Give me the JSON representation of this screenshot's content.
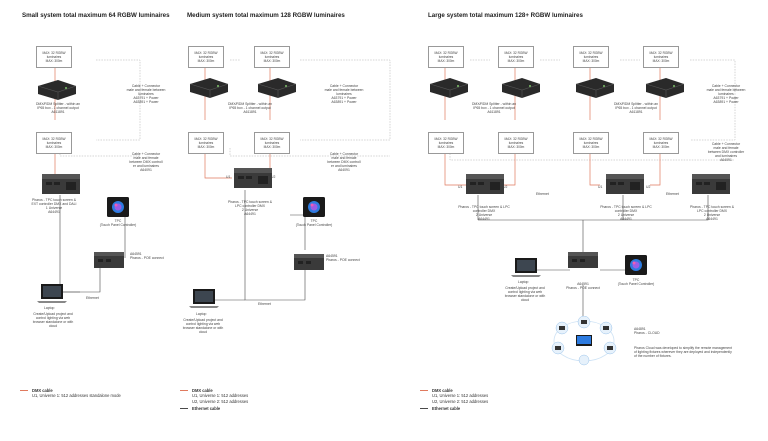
{
  "titles": {
    "small": "Small system total maximum 64 RGBW luminaires",
    "medium": "Medium system total maximum 128 RGBW luminaires",
    "large": "Large system total maximum 128+ RGBW luminaires"
  },
  "box_text": {
    "max_top": "MAX: 32 RGBW",
    "max_mid": "luminaires",
    "max_bot": "MAX: 300m"
  },
  "notes": {
    "splitter_a": "DMX/RDM Splitter - within an\nIP65 box - 1 channel output\nA611891",
    "splitter_b": "DMX/RDM Splitter - within an\nIP65 box - 1 channel output\nA611891",
    "splitter_c": "DMX/RDM Splitter - within an\nIP65 box - 1 channel output\nA611891",
    "splitter_d": "DMX/RDM Splitter - within an\nIP65 box - 1 channel output\nA611891",
    "cable_conn_power_a": "Cable + Connector\nmale and female between\nluminaires\nA63791 + Power\nA63891 + Power",
    "cable_conn_power_b": "Cable + Connector\nmale and female between\nluminaires\nA63791 + Power\nA63891 + Power",
    "cable_conn_power_c": "Cable + Connector\nmale and female between\nluminaires\nA63791 + Power\nA63891 + Power",
    "cable_conn_dmx_a": "Cable + Connector\nmale and female\nbetween DMX controll\ner and luminaires\nA64091",
    "cable_conn_dmx_b": "Cable + Connector\nmale and female\nbetween DMX controll\ner and luminaires\nA64091",
    "cable_conn_dmx_c": "Cable + Connector\nmale and female\nbetween DMX controller\nand luminaires\nA64091",
    "pharos_small": "Pharos - TPC touch screen &\nEXT controller DMX and DALI\n1 Universe\nA64491",
    "pharos_medium": "Pharos - TPC touch screen &\nLPC controller DMX\n2 Universe\nA64491",
    "pharos_large_a": "Pharos - TPC touch screen & LPC\ncontroller DMX\n2 Universe\nA64491",
    "pharos_large_b": "Pharos - TPC touch screen & LPC\ncontroller DMX\n2 Universe\nA64491",
    "pharos_large_c": "Pharos - TPC touch screen &\nLPC controller DMX\n2 Universe\nA64491",
    "tpc": "TPC\n(Touch Panel Controller)",
    "poe": "A64591\nPharos - POE connect",
    "laptop": "Laptop",
    "laptop_desc": "Create/Upload project and\ncontrol lighting via web\nbrowser standalone or with\ncloud",
    "ethernet": "Ethernet",
    "cloud_code": "A64891\nPharos - CLOUD",
    "cloud_desc": "Pharos Cloud was developed to simplify the remote management\nof lighting fixtures wherever they are deployed and independently\nof the number of fixtures.",
    "u1": "U1",
    "u2": "U2"
  },
  "legend": {
    "small": {
      "dmx": "DMX cable",
      "universe": "U1, Universe 1: 512 addresses standalone mode"
    },
    "medium": {
      "dmx": "DMX cable",
      "u1": "U1, Universe 1: 512 addresses",
      "u2": "U2, Universe 2: 512 addresses",
      "eth": "Ethernet cable"
    },
    "large": {
      "dmx": "DMX cable",
      "u1": "U1, Universe 1: 512 addresses",
      "u2": "U2, Universe 2: 512 addresses",
      "eth": "Ethernet cable"
    }
  },
  "colors": {
    "dmx": "#e07a5f",
    "ethernet": "#4a4a4a",
    "dashed": "#aaaaaa",
    "screen": "#1a1a1a"
  }
}
